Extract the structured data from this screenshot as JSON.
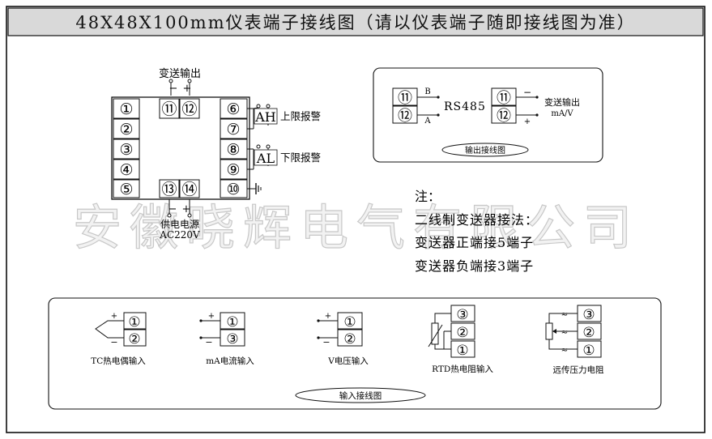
{
  "title": "48X48X100mm仪表端子接线图（请以仪表端子随即接线图为准）",
  "watermark": "安徽晓辉电气有限公司",
  "main_terminal": {
    "transmitter_output_label": "变送输出",
    "output_minus": "−",
    "output_plus": "+",
    "left_terminals": [
      "①",
      "②",
      "③",
      "④",
      "⑤"
    ],
    "right_terminals": [
      "⑥",
      "⑦",
      "⑧",
      "⑨",
      "⑩"
    ],
    "top_terminals": [
      "⑪",
      "⑫"
    ],
    "bottom_terminals": [
      "⑬",
      "⑭"
    ],
    "ah_label": "AH",
    "ah_desc": "上限报警",
    "al_label": "AL",
    "al_desc": "下限报警",
    "power_minus": "−",
    "power_plus": "+",
    "power_label": "供电电源",
    "power_spec": "AC220V"
  },
  "output_diagram": {
    "rs485_terminals": [
      "⑪",
      "⑫"
    ],
    "b_label": "B",
    "a_label": "A",
    "rs485_label": "RS485",
    "analog_terminals": [
      "⑪",
      "⑫"
    ],
    "minus": "−",
    "plus": "+",
    "analog_label": "变送输出",
    "analog_unit": "mA/V",
    "caption": "输出接线图"
  },
  "notes": {
    "heading": "注：",
    "line1": "二线制变送器接法：",
    "line2": "变送器正端接5端子",
    "line3": "变送器负端接3端子"
  },
  "input_diagram": {
    "tc": {
      "terminals": [
        "①",
        "②"
      ],
      "plus": "+",
      "minus": "−",
      "label": "TC热电偶输入"
    },
    "ma": {
      "terminals": [
        "①",
        "③"
      ],
      "plus": "+",
      "minus": "−",
      "label": "mA电流输入"
    },
    "v": {
      "terminals": [
        "①",
        "②"
      ],
      "plus": "+",
      "minus": "−",
      "label": "V电压输入"
    },
    "rtd": {
      "terminals": [
        "③",
        "②",
        "①"
      ],
      "label": "RTD热电阻输入"
    },
    "remote": {
      "terminals": [
        "③",
        "②",
        "①"
      ],
      "label": "远传压力电阻"
    },
    "caption": "输入接线图"
  }
}
